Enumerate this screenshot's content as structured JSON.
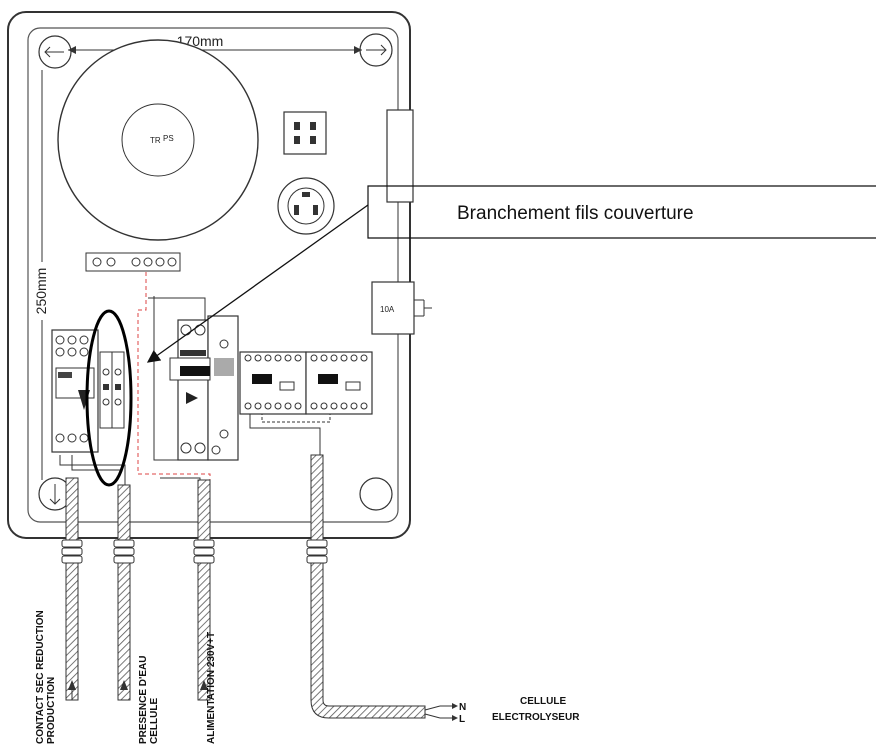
{
  "dimensions": {
    "width": "170mm",
    "height": "250mm"
  },
  "components": {
    "transformer_label": "TR",
    "breaker_label": "10A"
  },
  "callout": {
    "text": "Branchement fils couverture"
  },
  "cables": {
    "cable1_line1": "CONTACT SEC REDUCTION",
    "cable1_line2": "PRODUCTION",
    "cable2_line1": "PRESENCE D'EAU",
    "cable2_line2": "CELLULE",
    "cable3": "ALIMENTATION 230V+T"
  },
  "output": {
    "n": "N",
    "l": "L",
    "label_line1": "CELLULE",
    "label_line2": "ELECTROLYSEUR"
  }
}
